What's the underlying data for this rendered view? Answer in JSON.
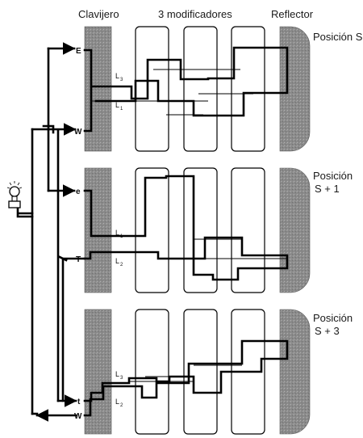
{
  "headers": {
    "keyboard": "Clavijero",
    "rotors": "3 modificadores",
    "reflector": "Reflector"
  },
  "positions": [
    {
      "line1": "Posición S",
      "line2": ""
    },
    {
      "line1": "Posición",
      "line2": "S + 1"
    },
    {
      "line1": "Posición",
      "line2": "S + 3"
    }
  ],
  "panel1": {
    "key_top": "E",
    "key_bottom": "W",
    "wire_a": "L",
    "wire_a_sub": "3",
    "wire_b": "L",
    "wire_b_sub": "1"
  },
  "panel2": {
    "key_top": "e",
    "key_bottom": "T",
    "wire_a": "L",
    "wire_a_sub": "1",
    "wire_b": "L",
    "wire_b_sub": "2"
  },
  "panel3": {
    "key_top": "t",
    "key_bottom": "W",
    "wire_a": "L",
    "wire_a_sub": "3",
    "wire_b": "L",
    "wire_b_sub": "2"
  },
  "icons": {
    "lamp": "light-bulb-icon"
  }
}
